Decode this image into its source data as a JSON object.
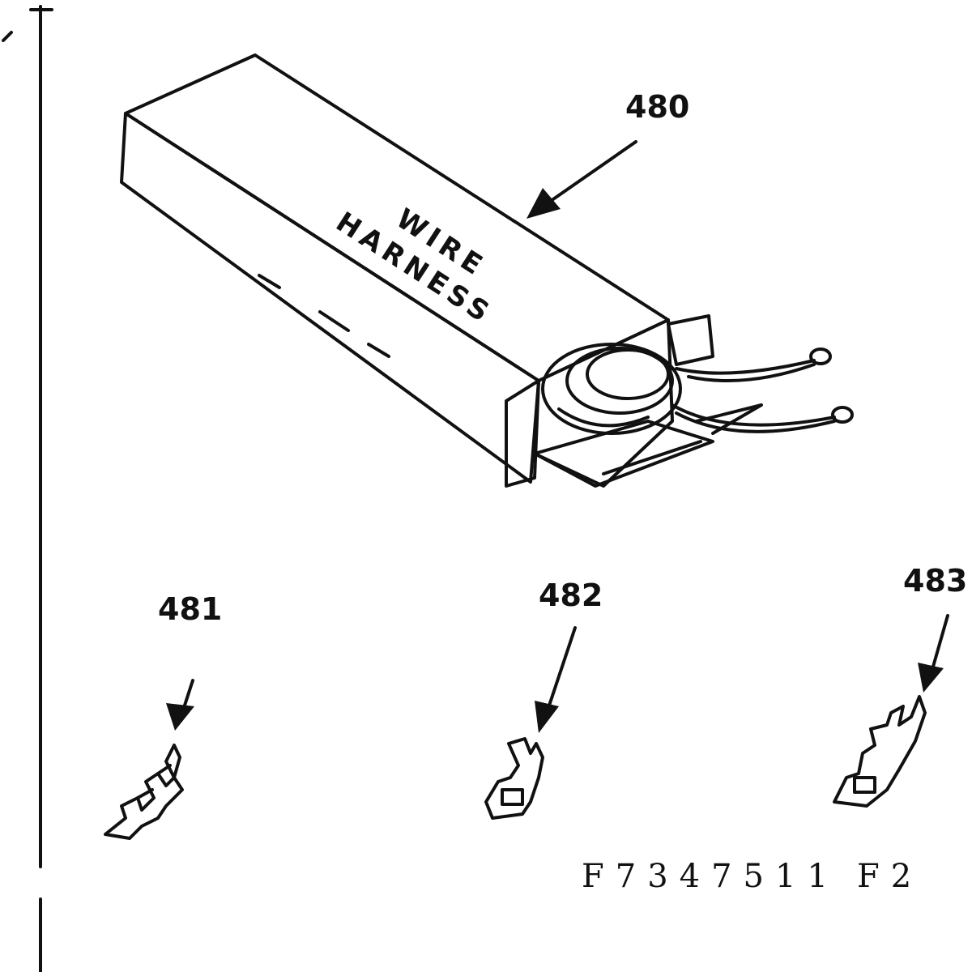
{
  "box": {
    "label_line1": "WIRE",
    "label_line2": "HARNESS"
  },
  "callouts": {
    "c480": "480",
    "c481": "481",
    "c482": "482",
    "c483": "483"
  },
  "footer": {
    "part_number": "F7347511",
    "sheet": "F2"
  },
  "colors": {
    "ink": "#111111",
    "background": "#ffffff"
  }
}
